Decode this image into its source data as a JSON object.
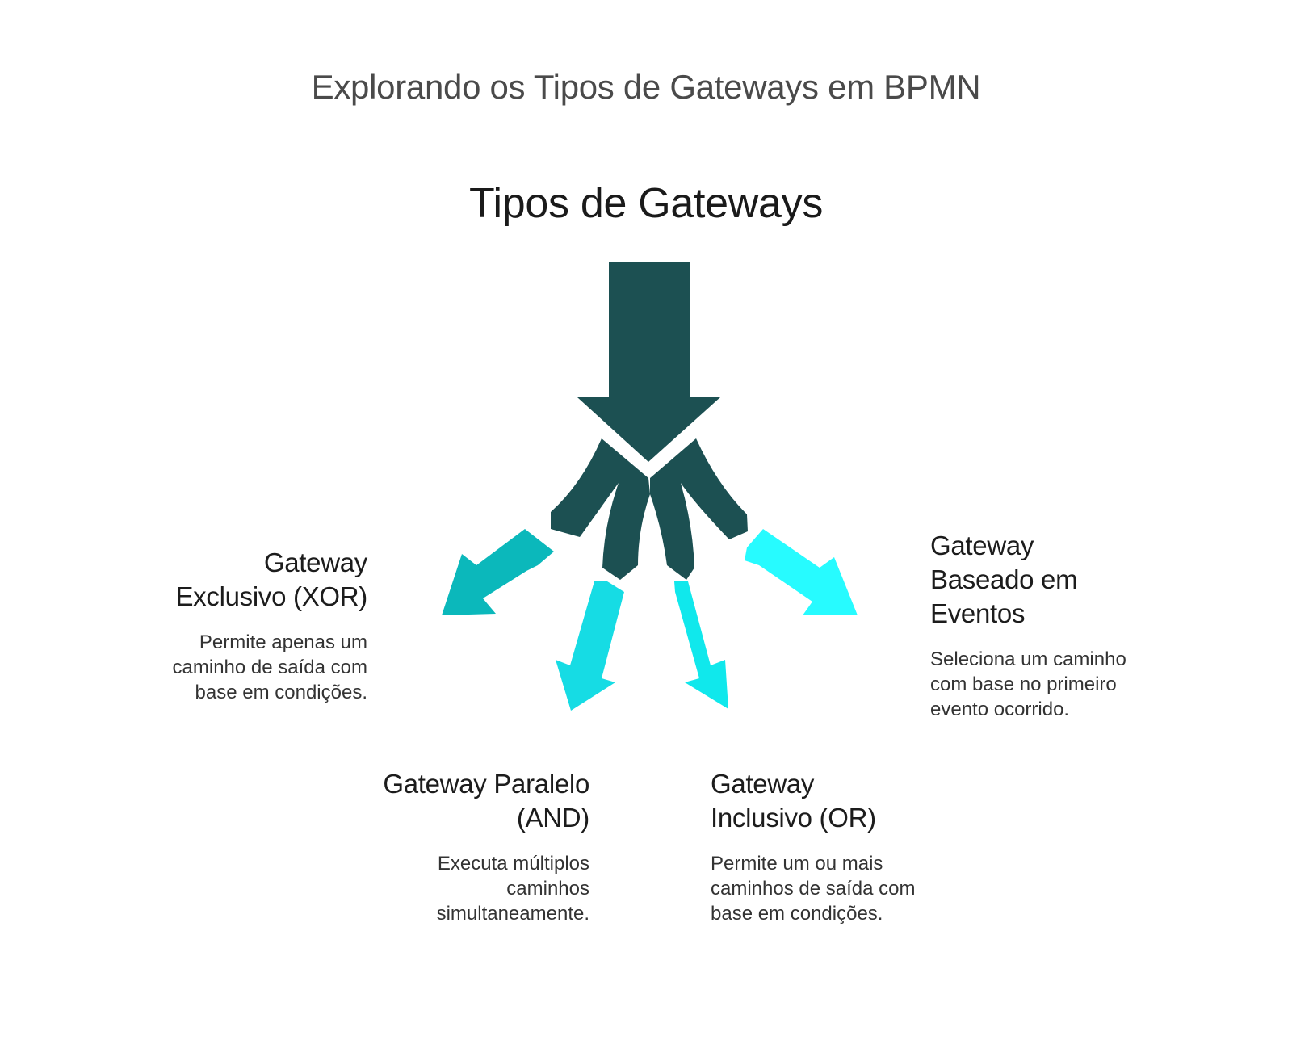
{
  "header": {
    "title": "Explorando os Tipos de Gateways em BPMN"
  },
  "diagram": {
    "title": "Tipos de Gateways",
    "gateways": [
      {
        "id": "xor",
        "title_lines": [
          "Gateway",
          "Exclusivo (XOR)"
        ],
        "description_lines": [
          "Permite apenas um",
          "caminho de saída com",
          "base em condições."
        ]
      },
      {
        "id": "and",
        "title_lines": [
          "Gateway Paralelo",
          "(AND)"
        ],
        "description_lines": [
          "Executa múltiplos",
          "caminhos",
          "simultaneamente."
        ]
      },
      {
        "id": "or",
        "title_lines": [
          "Gateway",
          "Inclusivo (OR)"
        ],
        "description_lines": [
          "Permite um ou mais",
          "caminhos de saída com",
          "base em condições."
        ]
      },
      {
        "id": "event",
        "title_lines": [
          "Gateway",
          "Baseado em",
          "Eventos"
        ],
        "description_lines": [
          "Seleciona um caminho",
          "com base no primeiro",
          "evento ocorrido."
        ]
      }
    ]
  },
  "colors": {
    "main_arrow": "#1c5052",
    "arrow_xor": "#0bb8bb",
    "arrow_and": "#16dce4",
    "arrow_or": "#10e8ec",
    "arrow_event": "#27fbff"
  }
}
